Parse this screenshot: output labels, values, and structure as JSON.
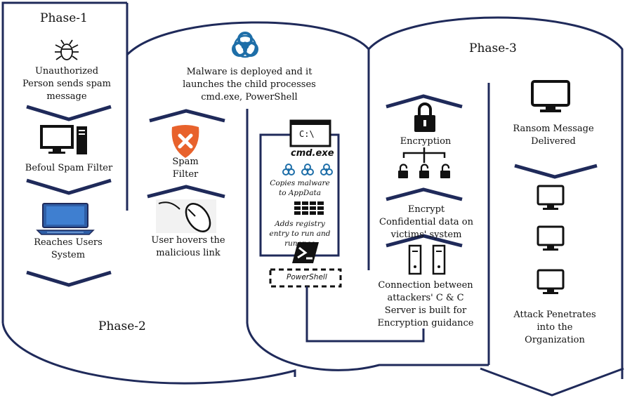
{
  "phases": {
    "phase1": "Phase-1",
    "phase2": "Phase-2",
    "phase3": "Phase-3"
  },
  "steps": {
    "unauthorized": "Unauthorized Person sends spam message",
    "befoul": "Befoul Spam Filter",
    "reaches": "Reaches Users System",
    "spam_filter": "Spam Filter",
    "user_hovers": "User hovers the malicious link",
    "malware_deployed": "Malware is deployed and it launches the child processes cmd.exe, PowerShell",
    "encryption": "Encryption",
    "encrypt_confidential": "Encrypt Confidential data on victims' system",
    "connection": "Connection between attackers' C & C Server is built for Encryption guidance",
    "ransom": "Ransom Message Delivered",
    "attack": "Attack Penetrates into the Organization"
  },
  "cmd": {
    "prompt": "C:\\",
    "title": "cmd.exe",
    "copies": "Copies malware to AppData",
    "adds": "Adds registry entry to run and runonce"
  },
  "powershell": {
    "title": "PowerShell",
    "glyph": "≥"
  },
  "icons": [
    "bug-icon",
    "desktop-computer-icon",
    "laptop-icon",
    "shield-x-icon",
    "mouse-icon",
    "biohazard-icon",
    "cmd-window-icon",
    "registry-grid-icon",
    "powershell-icon",
    "padlock-icon",
    "unlocked-padlock-icon",
    "server-icon",
    "monitor-icon"
  ],
  "colors": {
    "outline": "#1f2a5a",
    "shield": "#e8622c",
    "biohazard": "#1e6ea8",
    "laptop": "#2f5fa7",
    "ps_blue": "#2c6fb7"
  }
}
